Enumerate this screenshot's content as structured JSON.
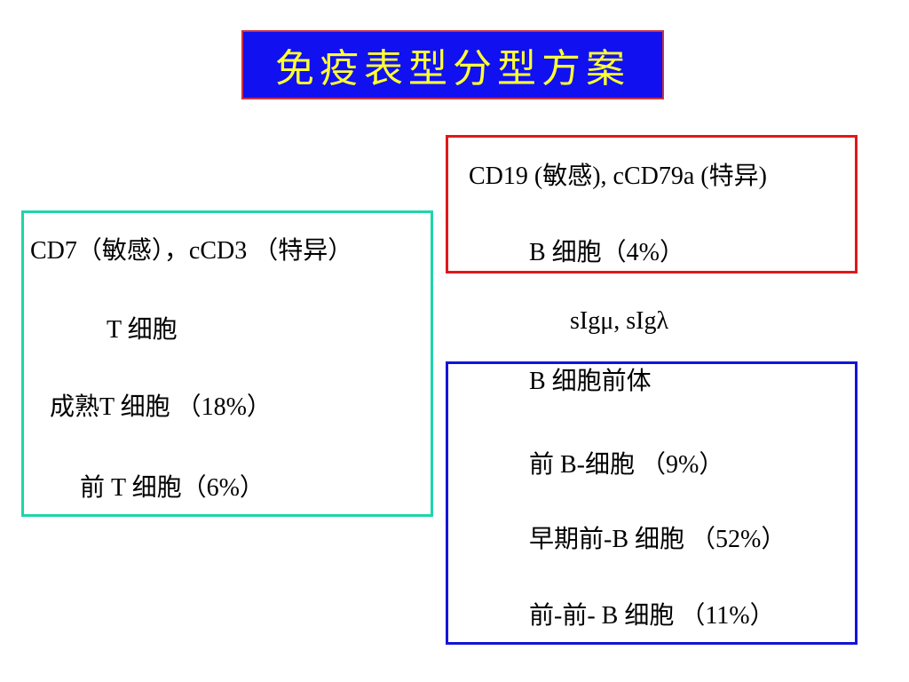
{
  "title": {
    "text": "免疫表型分型方案",
    "bg_color": "#1010f0",
    "text_color": "#ffff33"
  },
  "t_lineage": {
    "markers": "CD7（敏感），cCD3 （特异）",
    "lineage": "T 细胞",
    "mature": "成熟T 细胞 （18%）",
    "pre": "前 T 细胞（6%）",
    "border_color": "#1ed5a8"
  },
  "b_lineage": {
    "markers": "CD19 (敏感),  cCD79a (特异)",
    "lineage": "B 细胞（4%）",
    "border_color": "#e0181a"
  },
  "surface_ig": "sIgμ, sIgλ",
  "b_precursor": {
    "heading": "B 细胞前体",
    "pre_b": "前 B-细胞 （9%）",
    "early_pre_b": "早期前-B 细胞 （52%）",
    "pro_b": "前-前- B 细胞 （11%）",
    "border_color": "#1414d8"
  }
}
